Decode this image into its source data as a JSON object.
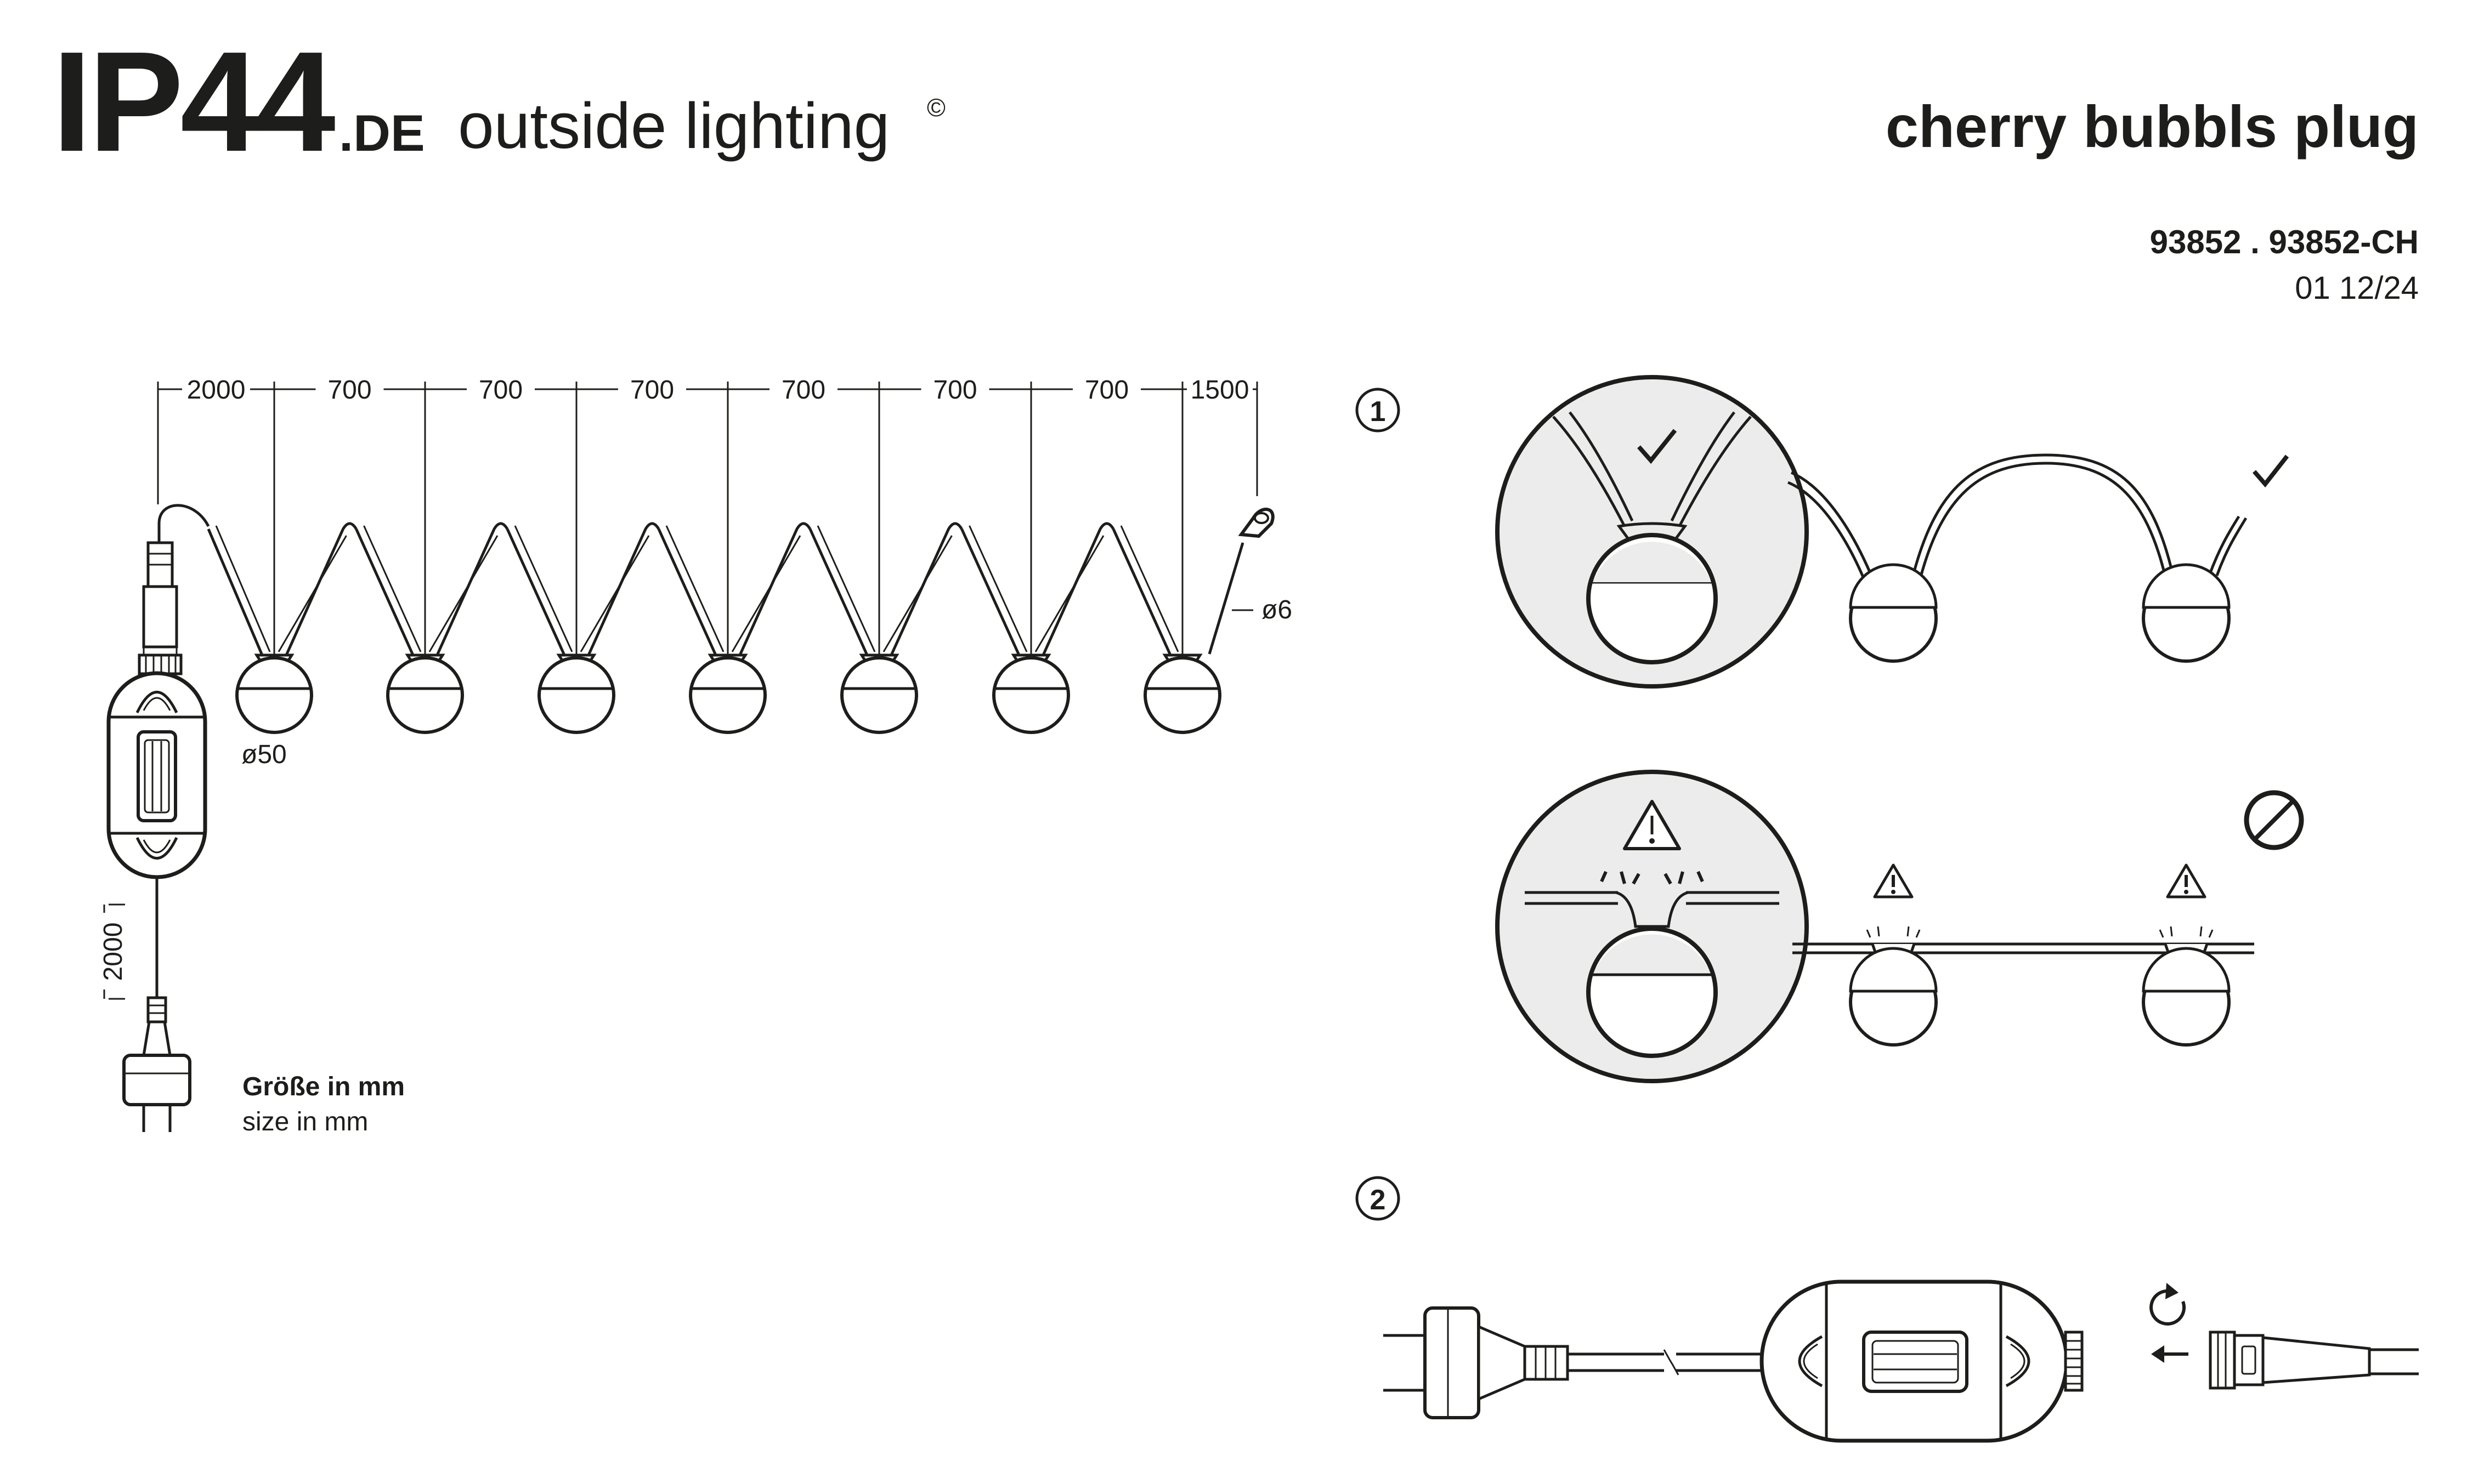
{
  "brand": {
    "logo_text": "IP44",
    "dot_de": ".DE",
    "tagline": "outside lighting",
    "copyright": "©"
  },
  "product": {
    "name": "cherry bubbls plug",
    "article_numbers": "93852 . 93852-CH",
    "revision": "01 12/24"
  },
  "dimensions": {
    "segments": [
      "2000",
      "700",
      "700",
      "700",
      "700",
      "700",
      "700",
      "1500"
    ],
    "bulb_diameter": "ø50",
    "cable_diameter": "ø6",
    "supply_cable": "2000",
    "unit_label_de": "Größe in mm",
    "unit_label_en": "size in mm"
  },
  "steps": {
    "step1": "1",
    "step2": "2"
  },
  "icons": {
    "correct": "checkmark-icon",
    "warning": "warning-triangle-icon",
    "prohibited": "prohibited-icon",
    "rotate": "rotate-arrow-icon",
    "push": "push-arrow-icon"
  }
}
